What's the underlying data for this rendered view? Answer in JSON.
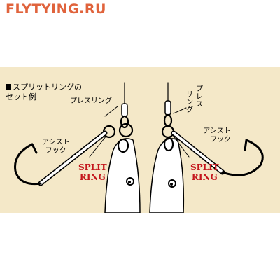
{
  "header": {
    "site_title": "FLYTYING.RU"
  },
  "illustration": {
    "section_heading_line1": "スプリットリングの",
    "section_heading_line2": "セット例",
    "solid_ring_label_left": "プレスリング",
    "solid_ring_label_right_col1": [
      "プ",
      "レ",
      "ス"
    ],
    "solid_ring_label_right_col2": [
      "リ",
      "ン",
      "グ"
    ],
    "assist_hook_left_line1": "アシスト",
    "assist_hook_left_line2": "フック",
    "assist_hook_right_line1": "アシスト",
    "assist_hook_right_line2": "フック",
    "split_ring_left_line1": "SPLIT",
    "split_ring_left_line2": "RING",
    "split_ring_right_line1": "SPLIT",
    "split_ring_right_line2": "RING",
    "colors": {
      "panel": "#f4e8c8",
      "title": "#e0633c",
      "split_label": "#c4161c",
      "line": "#000000"
    }
  }
}
